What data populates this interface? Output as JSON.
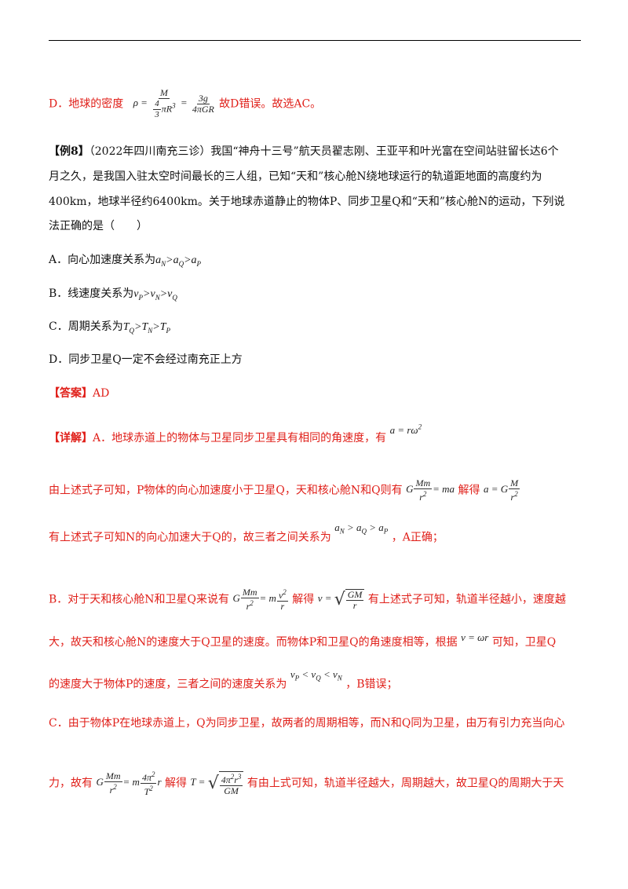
{
  "option_D_solution": {
    "prefix": "D．地球的密度",
    "suffix": "故D错误。故选AC。"
  },
  "example": {
    "label": "【例8】",
    "line1": "（2022年四川南充三诊）我国“神舟十三号”航天员翟志刚、王亚平和叶光富在空间站驻留长达6个",
    "line2": "月之久，是我国入驻太空时间最长的三人组，已知“天和”核心舱N绕地球运行的轨道距地面的高度约为",
    "line3": "400km，地球半径约6400km。关于地球赤道静止的物体P、同步卫星Q和“天和”核心舱N的运动，下列说",
    "line4": "法正确的是（　　）"
  },
  "options": {
    "A": "A．向心加速度关系为",
    "B": "B．线速度关系为",
    "C": "C．周期关系为",
    "D": "D．同步卫星Q一定不会经过南充正上方"
  },
  "answer": {
    "label": "【答案】",
    "value": "AD"
  },
  "analysis": {
    "label": "【详解】",
    "a1": "A．地球赤道上的物体与卫星同步卫星具有相同的角速度，有",
    "a2a": "由上述式子可知，P物体的向心加速度小于卫星Q，天和核心舱N和Q则有",
    "a2b": "解得",
    "a3a": "有上述式子可知N的向心加速大于Q的，故三者之间关系为",
    "a3b": "，A正确；",
    "b1a": "B．对于天和核心舱N和卫星Q来说有",
    "b1b": "解得",
    "b1c": "有上述式子可知，轨道半径越小，速度越",
    "b2a": "大，故天和核心舱N的速度大于Q卫星的速度。而物体P和卫星Q的角速度相等，根据",
    "b2b": "可知，卫星Q",
    "b3a": "的速度大于物体P的速度，三者之间的速度关系为",
    "b3b": "，B错误；",
    "c1": "C．由于物体P在地球赤道上，Q为同步卫星，故两者的周期相等，而N和Q同为卫星，由万有引力充当向心",
    "c2a": "力，故有",
    "c2b": "解得",
    "c2c": "有由上式可知，轨道半径越大，周期越大，故卫星Q的周期大于天"
  }
}
